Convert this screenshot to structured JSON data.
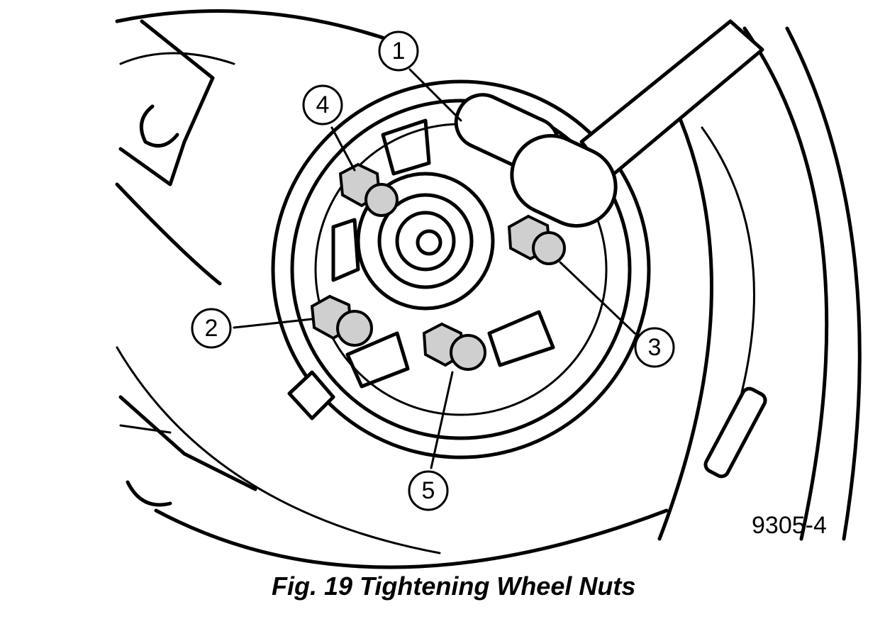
{
  "figure": {
    "caption": "Fig. 19 Tightening Wheel Nuts",
    "code": "9305-4"
  },
  "callouts": [
    {
      "label": "1"
    },
    {
      "label": "2"
    },
    {
      "label": "3"
    },
    {
      "label": "4"
    },
    {
      "label": "5"
    }
  ],
  "colors": {
    "ink": "#000000",
    "paper": "#ffffff"
  }
}
